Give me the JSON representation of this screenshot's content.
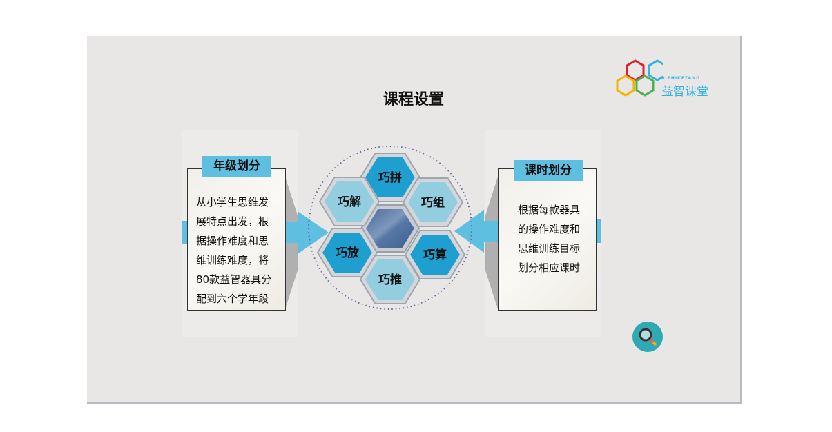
{
  "title": "课程设置",
  "logo": {
    "name": "益智课堂",
    "pinyin": "YIZHIKETANG"
  },
  "left": {
    "tag": "年级划分",
    "lines": [
      "从小学生思维发",
      "展特点出发，根",
      "据操作难度和思",
      "维训练难度，将",
      "80款益智器具分",
      "配到六个学年段"
    ]
  },
  "right": {
    "tag": "课时划分",
    "lines": [
      "根据每款器具",
      "的操作难度和",
      "思维训练目标",
      "划分相应课时"
    ]
  },
  "hexes": [
    "巧拼",
    "巧解",
    "巧组",
    "巧放",
    "巧算",
    "巧推"
  ],
  "colors": {
    "accent": "#5ebfe0",
    "dark_hex": "#1e9fd0",
    "light_hex": "#92cde0"
  }
}
